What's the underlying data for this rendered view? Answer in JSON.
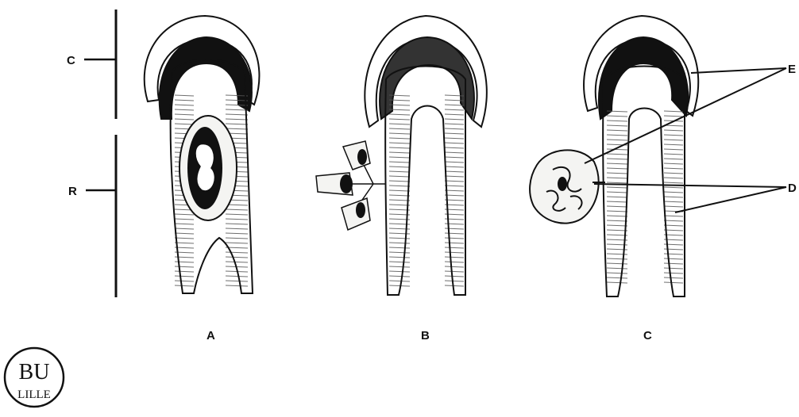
{
  "figure": {
    "scale_labels": {
      "upper": "C",
      "lower": "R"
    },
    "callouts": {
      "upper": "E",
      "lower": "D"
    },
    "panels": [
      {
        "id": "a",
        "caption": "A"
      },
      {
        "id": "b",
        "caption": "B"
      },
      {
        "id": "c",
        "caption": "C"
      }
    ]
  },
  "stamp": {
    "line1": "BU",
    "line2": "LILLE"
  },
  "colors": {
    "ink": "#111111",
    "paper": "#ffffff",
    "fill": "#f4f4f2"
  }
}
